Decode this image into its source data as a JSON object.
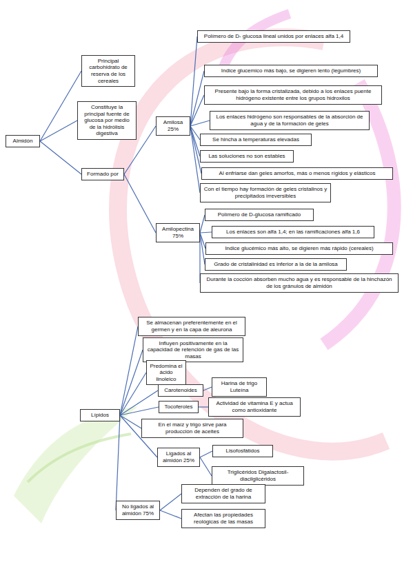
{
  "diagram": {
    "nodes": [
      {
        "text": [
          "Almidón"
        ]
      },
      {
        "text": [
          "Principal carbohidrato de reserva de los cereales"
        ]
      },
      {
        "text": [
          "Constituye la principal fuente de glucosa por medio de la hidrólisis digestiva"
        ]
      },
      {
        "text": [
          "Formado por"
        ]
      },
      {
        "text": [
          "Amilosa 25%"
        ]
      },
      {
        "text": [
          "Polímero de D- glucosa lineal unidos por enlaces alfa 1,4"
        ]
      },
      {
        "text": [
          "Indice glucemico más bajo, se digieren lento (legumbres)"
        ]
      },
      {
        "text": [
          "Presente bajo la forma cristalizada, debido a los enlaces puente hidrógeno existente entre los grupos hidroxilos"
        ]
      },
      {
        "text": [
          "Los enlaces hidrógeno son responsables de la absorción de agua y de la formación de geles"
        ]
      },
      {
        "text": [
          "Se hincha a temperaturas elevadas"
        ]
      },
      {
        "text": [
          "Las soluciones no son estables"
        ]
      },
      {
        "text": [
          "Al enfriarse dan geles amorfos, más o menos rígidos y elásticos"
        ]
      },
      {
        "text": [
          "Con el tiempo hay formación de geles cristalinos y precipitados irreversibles"
        ]
      },
      {
        "text": [
          "Amilopectina 75%"
        ]
      },
      {
        "text": [
          "Polímero de D-glucosa ramificado"
        ]
      },
      {
        "text": [
          "Los enlaces son alfa 1,4; en las ramificaciones alfa 1,6"
        ]
      },
      {
        "text": [
          "Indice glucémico más alto, se digieren más rápido (cereales)"
        ]
      },
      {
        "text": [
          "Grado de cristalinidad es inferior a la de la amilosa"
        ]
      },
      {
        "text": [
          "Durante la cocción absorben mucho agua y es responsable de la hinchazón de los gránulos de almidón"
        ]
      },
      {
        "text": [
          "Lípidos"
        ]
      },
      {
        "text": [
          "Se almacenan preferentemente en el germen y en la capa de aleurona"
        ]
      },
      {
        "text": [
          "Influyen positivamente en la capacidad de retención de gas de las masas"
        ]
      },
      {
        "text": [
          "Predomina el ácido linoleico"
        ]
      },
      {
        "text": [
          "Carotenoides"
        ]
      },
      {
        "text": [
          "Harina de trigo Luteína"
        ]
      },
      {
        "text": [
          "Tocoferoles"
        ]
      },
      {
        "text": [
          "Actividad de vitamina E y actua como antioxidante"
        ]
      },
      {
        "text": [
          "En el maíz y trigo sirve para producción de aceites"
        ]
      },
      {
        "text": [
          "Ligados al almidón 25%"
        ]
      },
      {
        "text": [
          "Lisofosfátidos"
        ]
      },
      {
        "text": [
          "Triglicéridos Digalactosil-diacilglicéridos"
        ]
      },
      {
        "text": [
          "No ligados al almidón 75%"
        ]
      },
      {
        "text": [
          "Dependen del grado de extracción de la harina"
        ]
      },
      {
        "text": [
          "Afectan las propiedades reológicas de las masas"
        ]
      }
    ],
    "edges": [
      {
        "from": 0,
        "to": 1,
        "arrow": "none"
      },
      {
        "from": 0,
        "to": 2,
        "arrow": "none"
      },
      {
        "from": 0,
        "to": 3,
        "arrow": "none"
      },
      {
        "from": 3,
        "to": 4,
        "arrow": "none"
      },
      {
        "from": 3,
        "to": 13,
        "arrow": "none"
      },
      {
        "from": 4,
        "to": 5,
        "arrow": "none"
      },
      {
        "from": 4,
        "to": 6,
        "arrow": "none"
      },
      {
        "from": 4,
        "to": 7,
        "arrow": "none"
      },
      {
        "from": 4,
        "to": 8,
        "arrow": "none"
      },
      {
        "from": 4,
        "to": 9,
        "arrow": "none"
      },
      {
        "from": 4,
        "to": 10,
        "arrow": "none"
      },
      {
        "from": 4,
        "to": 11,
        "arrow": "none"
      },
      {
        "from": 4,
        "to": 12,
        "arrow": "none"
      },
      {
        "from": 13,
        "to": 14,
        "arrow": "none"
      },
      {
        "from": 13,
        "to": 15,
        "arrow": "none"
      },
      {
        "from": 13,
        "to": 16,
        "arrow": "none"
      },
      {
        "from": 13,
        "to": 17,
        "arrow": "none"
      },
      {
        "from": 13,
        "to": 18,
        "arrow": "none"
      },
      {
        "from": 19,
        "to": 20,
        "arrow": "none"
      },
      {
        "from": 19,
        "to": 21,
        "arrow": "none"
      },
      {
        "from": 19,
        "to": 22,
        "arrow": "none"
      },
      {
        "from": 19,
        "to": 23,
        "arrow": "none"
      },
      {
        "from": 19,
        "to": 25,
        "arrow": "none"
      },
      {
        "from": 19,
        "to": 27,
        "arrow": "none"
      },
      {
        "from": 19,
        "to": 28,
        "arrow": "none"
      },
      {
        "from": 19,
        "to": 31,
        "arrow": "none"
      },
      {
        "from": 23,
        "to": 24,
        "arrow": "none"
      },
      {
        "from": 25,
        "to": 26,
        "arrow": "none"
      },
      {
        "from": 28,
        "to": 29,
        "arrow": "none"
      },
      {
        "from": 28,
        "to": 30,
        "arrow": "none"
      },
      {
        "from": 31,
        "to": 32,
        "arrow": "none"
      },
      {
        "from": 31,
        "to": 33,
        "arrow": "none"
      }
    ]
  }
}
